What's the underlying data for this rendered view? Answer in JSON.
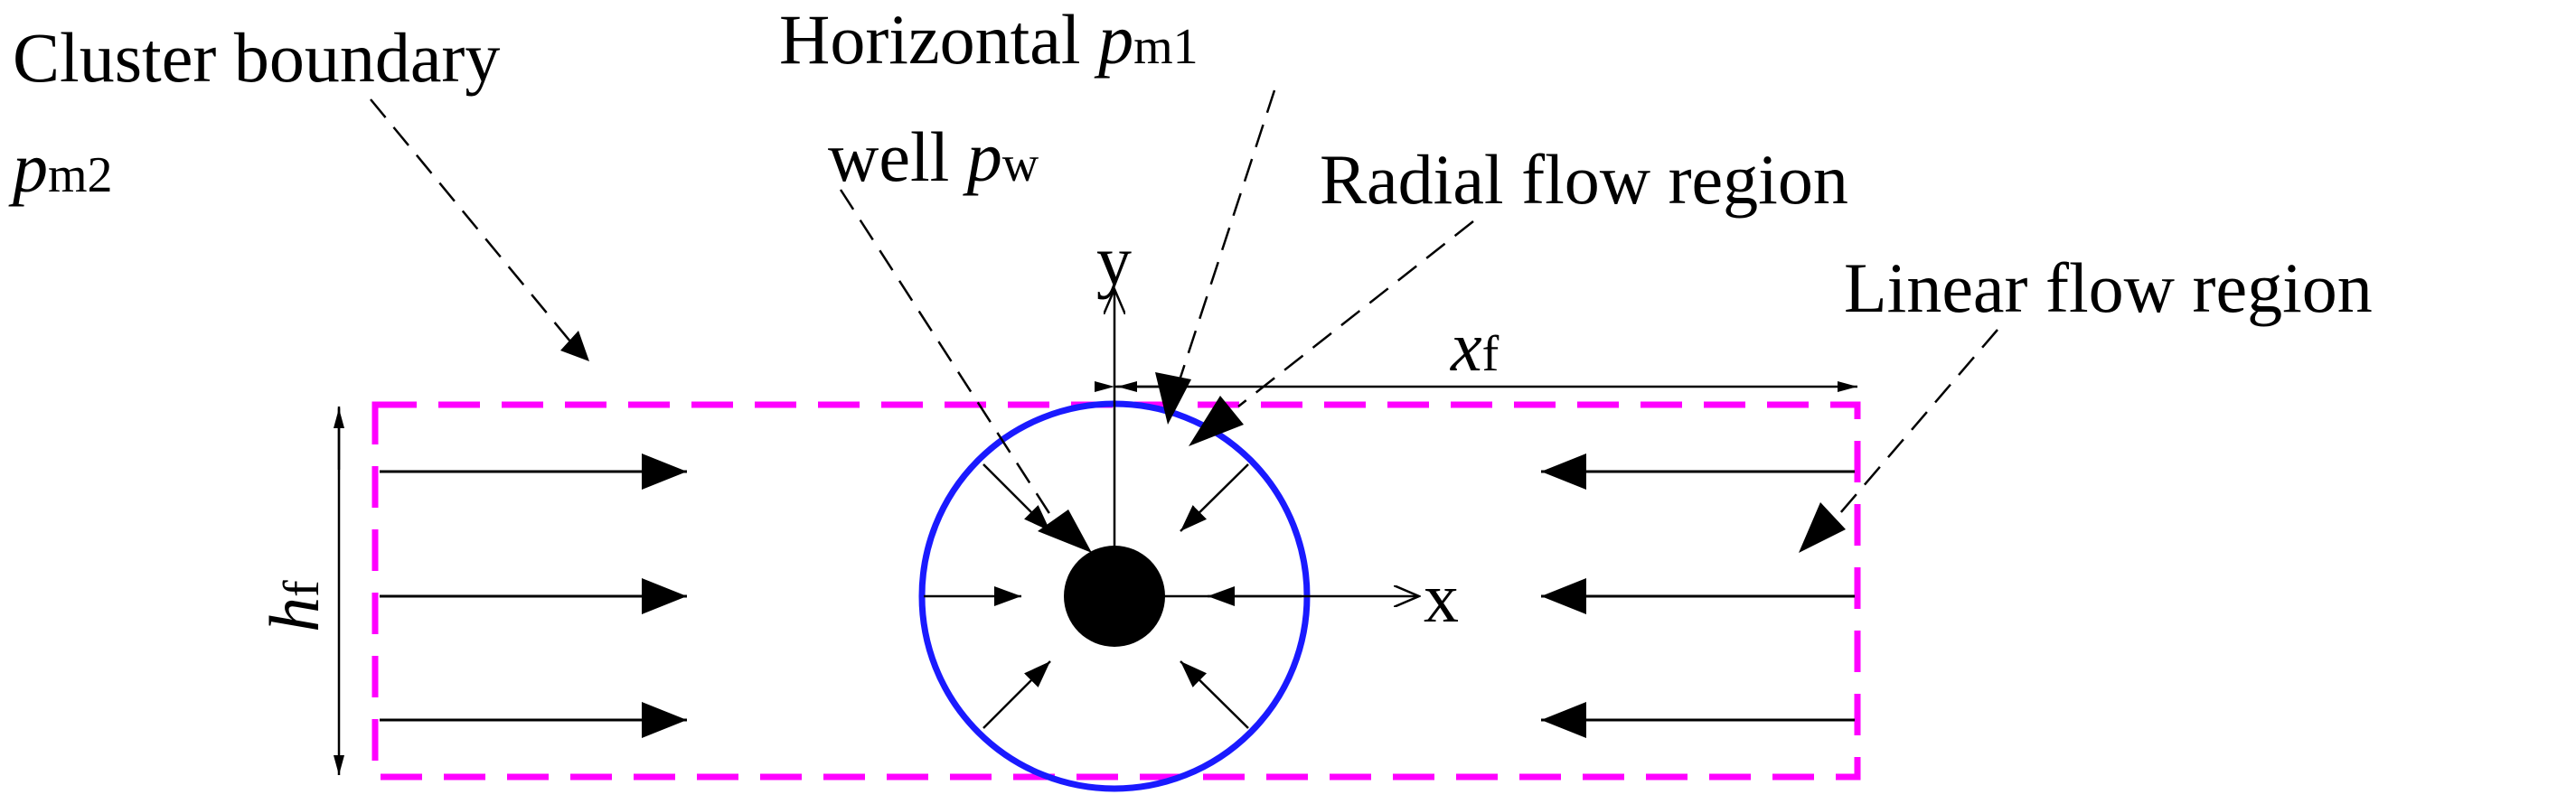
{
  "colors": {
    "boundary": "#ff00ff",
    "circle": "#1a1aff",
    "ink": "#000000",
    "background": "#ffffff"
  },
  "labels": {
    "cluster_boundary_line1": "Cluster boundary",
    "cluster_boundary_p": "p",
    "cluster_boundary_sub": "m2",
    "horizontal_line1": "Horizontal",
    "horizontal_p": "p",
    "horizontal_sub": "m1",
    "well_line2": "well",
    "well_p": "p",
    "well_sub": "w",
    "radial_region": "Radial flow region",
    "linear_region": "Linear flow region",
    "axis_x": "x",
    "axis_y": "y",
    "xf_main": "x",
    "xf_sub": "f",
    "hf_main": "h",
    "hf_sub": "f"
  }
}
